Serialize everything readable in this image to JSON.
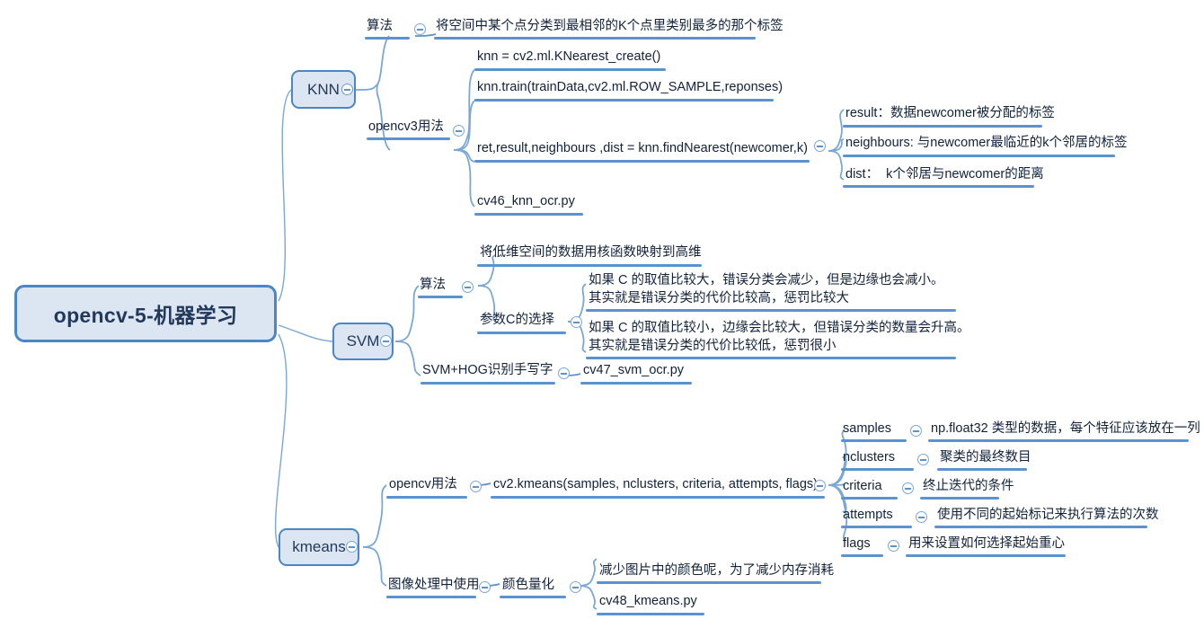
{
  "meta": {
    "title": "opencv-5-机器学习",
    "colors": {
      "node_fill": "#dce6f2",
      "node_border": "#4a86c8",
      "link": "#7aa7d6",
      "underline": "#5b92d0",
      "text": "#11223c",
      "background": "#ffffff"
    }
  },
  "root": {
    "label": "opencv-5-机器学习",
    "toggle": "collapse-toggle"
  },
  "branches": [
    {
      "id": "knn",
      "label": "KNN",
      "children": [
        {
          "id": "knn-algo",
          "label": "算法",
          "children": [
            {
              "id": "knn-algo-desc",
              "label": "将空间中某个点分类到最相邻的K个点里类别最多的那个标签"
            }
          ]
        },
        {
          "id": "knn-opencv3",
          "label": "opencv3用法",
          "children": [
            {
              "id": "knn-create",
              "label": "knn = cv2.ml.KNearest_create()"
            },
            {
              "id": "knn-train",
              "label": "knn.train(trainData,cv2.ml.ROW_SAMPLE,reponses)"
            },
            {
              "id": "knn-findnearest",
              "label": "ret,result,neighbours ,dist = knn.findNearest(newcomer,k)",
              "children": [
                {
                  "id": "knn-result",
                  "label": "result：数据newcomer被分配的标签"
                },
                {
                  "id": "knn-neighbours",
                  "label": "neighbours: 与newcomer最临近的k个邻居的标签"
                },
                {
                  "id": "knn-dist",
                  "label": "dist：  k个邻居与newcomer的距离"
                }
              ]
            },
            {
              "id": "knn-ocr-file",
              "label": "cv46_knn_ocr.py"
            }
          ]
        }
      ]
    },
    {
      "id": "svm",
      "label": "SVM",
      "children": [
        {
          "id": "svm-algo",
          "label": "算法",
          "children": [
            {
              "id": "svm-kernel",
              "label": "将低维空间的数据用核函数映射到高维"
            },
            {
              "id": "svm-param-c",
              "label": "参数C的选择",
              "children": [
                {
                  "id": "svm-c-large",
                  "line1": "如果 C 的取值比较大，错误分类会减少，但是边缘也会减小。",
                  "line2": "其实就是错误分类的代价比较高，惩罚比较大"
                },
                {
                  "id": "svm-c-small",
                  "line1": "如果 C 的取值比较小，边缘会比较大，但错误分类的数量会升高。",
                  "line2": "其实就是错误分类的代价比较低，惩罚很小"
                }
              ]
            }
          ]
        },
        {
          "id": "svm-hog",
          "label": "SVM+HOG识别手写字",
          "children": [
            {
              "id": "svm-ocr-file",
              "label": "cv47_svm_ocr.py"
            }
          ]
        }
      ]
    },
    {
      "id": "kmeans",
      "label": "kmeans",
      "children": [
        {
          "id": "kmeans-opencv",
          "label": "opencv用法",
          "children": [
            {
              "id": "kmeans-call",
              "label": "cv2.kmeans(samples, nclusters, criteria, attempts, flags)",
              "children": [
                {
                  "id": "kmeans-samples",
                  "label": "samples",
                  "desc": "np.float32 类型的数据，每个特征应该放在一列"
                },
                {
                  "id": "kmeans-nclusters",
                  "label": "nclusters",
                  "desc": "聚类的最终数目"
                },
                {
                  "id": "kmeans-criteria",
                  "label": "criteria",
                  "desc": "终止迭代的条件"
                },
                {
                  "id": "kmeans-attempts",
                  "label": "attempts",
                  "desc": "使用不同的起始标记来执行算法的次数"
                },
                {
                  "id": "kmeans-flags",
                  "label": "flags",
                  "desc": "用来设置如何选择起始重心"
                }
              ]
            }
          ]
        },
        {
          "id": "kmeans-image",
          "label": "图像处理中使用",
          "children": [
            {
              "id": "kmeans-color-quant",
              "label": "颜色量化",
              "children": [
                {
                  "id": "kmeans-quant-desc",
                  "label": "减少图片中的颜色呢，为了减少内存消耗"
                },
                {
                  "id": "kmeans-file",
                  "label": "cv48_kmeans.py"
                }
              ]
            }
          ]
        }
      ]
    }
  ]
}
